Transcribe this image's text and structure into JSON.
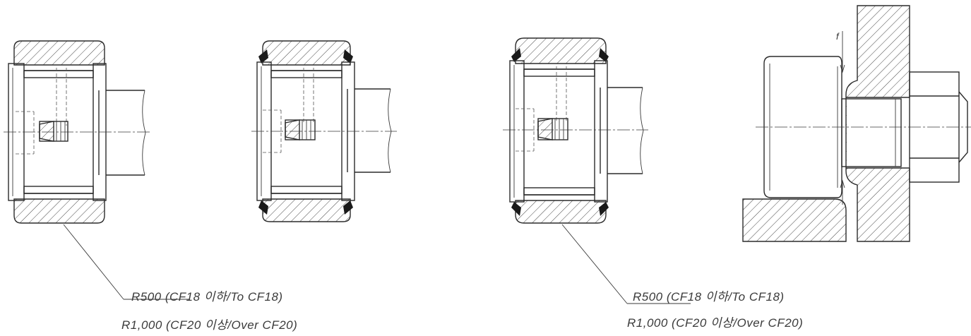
{
  "labels": {
    "left": {
      "line1": "R500 (CF18 이하/To CF18)",
      "line2": "R1,000 (CF20 이상/Over CF20)"
    },
    "right": {
      "line1": "R500 (CF18 이하/To CF18)",
      "line2": "R1,000 (CF20 이상/Over CF20)"
    }
  },
  "mount_dimension_label": "f",
  "colors": {
    "ink": "#2b2b2b",
    "background": "#ffffff"
  }
}
